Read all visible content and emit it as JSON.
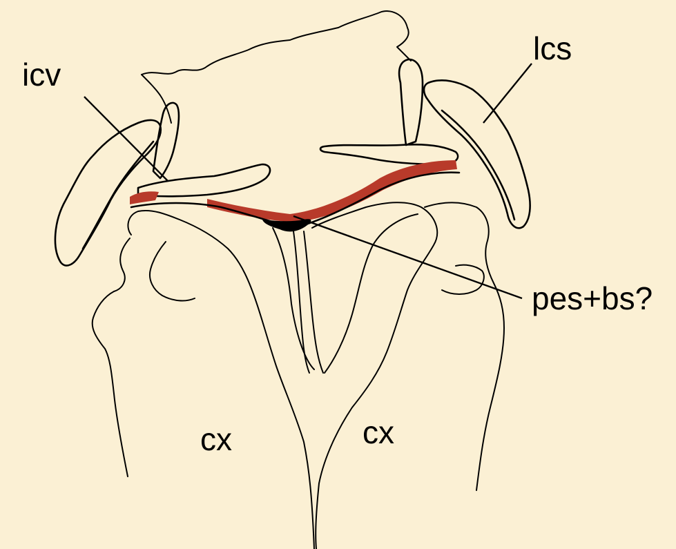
{
  "colors": {
    "background": "#fbf0d4",
    "structure_fill": "#f3e8c7",
    "highlight": "#b83a2a",
    "outline": "#000000"
  },
  "labels": {
    "icv": "icv",
    "lcs": "lcs",
    "pes_bs": "pes+bs?",
    "cx_left": "cx",
    "cx_right": "cx"
  }
}
